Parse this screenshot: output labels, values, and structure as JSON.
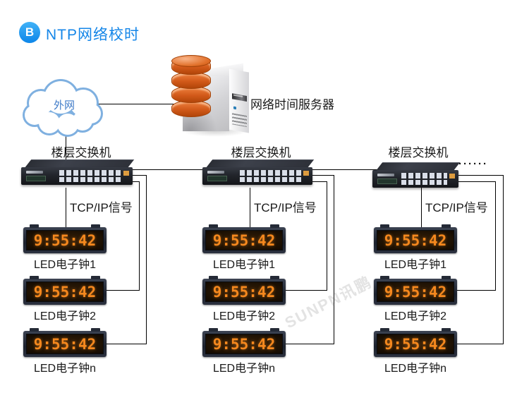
{
  "header": {
    "badge": "B",
    "title": "NTP网络校时"
  },
  "cloud": {
    "label": "外网"
  },
  "server": {
    "label": "网络时间服务器"
  },
  "ellipsis": "······",
  "watermark": "SUNPN讯鹏",
  "columns": [
    {
      "switch_label": "楼层交换机",
      "signal_label": "TCP/IP信号",
      "clocks": [
        {
          "time": "9:55:42",
          "label": "LED电子钟1"
        },
        {
          "time": "9:55:42",
          "label": "LED电子钟2"
        },
        {
          "time": "9:55:42",
          "label": "LED电子钟n"
        }
      ]
    },
    {
      "switch_label": "楼层交换机",
      "signal_label": "TCP/IP信号",
      "clocks": [
        {
          "time": "9:55:42",
          "label": "LED电子钟1"
        },
        {
          "time": "9:55:42",
          "label": "LED电子钟2"
        },
        {
          "time": "9:55:42",
          "label": "LED电子钟n"
        }
      ]
    },
    {
      "switch_label": "楼层交换机",
      "signal_label": "TCP/IP信号",
      "clocks": [
        {
          "time": "9:55:42",
          "label": "LED电子钟1"
        },
        {
          "time": "9:55:42",
          "label": "LED电子钟2"
        },
        {
          "time": "9:55:42",
          "label": "LED电子钟n"
        }
      ]
    }
  ],
  "colors": {
    "accent_blue": "#1486e8",
    "cloud_stroke": "#7fb0e0",
    "cloud_text": "#3f7bc8",
    "led_orange": "#f5881e",
    "db_orange": "#d25a1a",
    "line": "#000000"
  }
}
